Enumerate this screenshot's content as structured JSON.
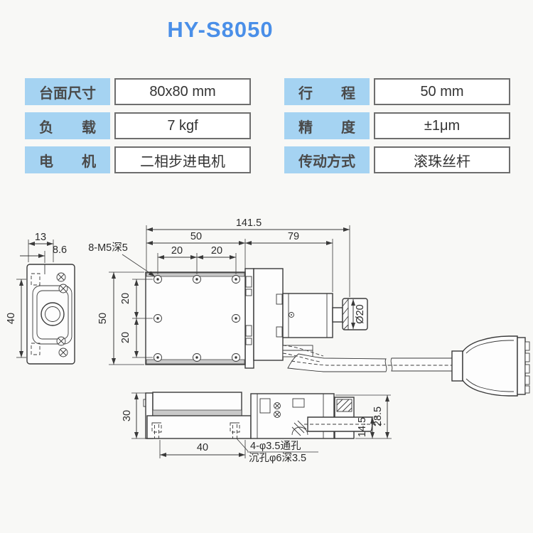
{
  "title": "HY-S8050",
  "spec_table": {
    "left": [
      {
        "label": "台面尺寸",
        "value": "80x80 mm"
      },
      {
        "label": "负　　载",
        "value": "7 kgf"
      },
      {
        "label": "电　　机",
        "value": "二相步进电机"
      }
    ],
    "right": [
      {
        "label": "行　　程",
        "value": "50 mm"
      },
      {
        "label": "精　　度",
        "value": "±1μm"
      },
      {
        "label": "传动方式",
        "value": "滚珠丝杆"
      }
    ]
  },
  "drawing": {
    "top_view": {
      "dim_overall_length": "141.5",
      "dim_stage_length": "50",
      "dim_right_length": "79",
      "dim_hole_pitch_left": "20",
      "dim_hole_pitch_right": "20",
      "dim_stage_width": "50",
      "dim_hole_pitch_top": "20",
      "dim_hole_pitch_bottom": "20",
      "label_table_holes": "8-M5深5",
      "dim_knob_diameter": "Ø20"
    },
    "end_view": {
      "dim_top_width": "13",
      "dim_top_offset": "8.6",
      "dim_height": "40"
    },
    "side_view": {
      "dim_body_height": "30",
      "dim_hole_span": "40",
      "dim_cable_height": "14.5",
      "dim_overall_height": "28.5",
      "label_base_holes_line1": "4-φ3.5通孔",
      "label_base_holes_line2": "沉孔φ6深3.5"
    }
  },
  "colors": {
    "title_accent": "#4a8fe8",
    "spec_header_bg": "#a5d3f2",
    "spec_border": "#6e6e6e",
    "line": "#3a3a3a"
  }
}
